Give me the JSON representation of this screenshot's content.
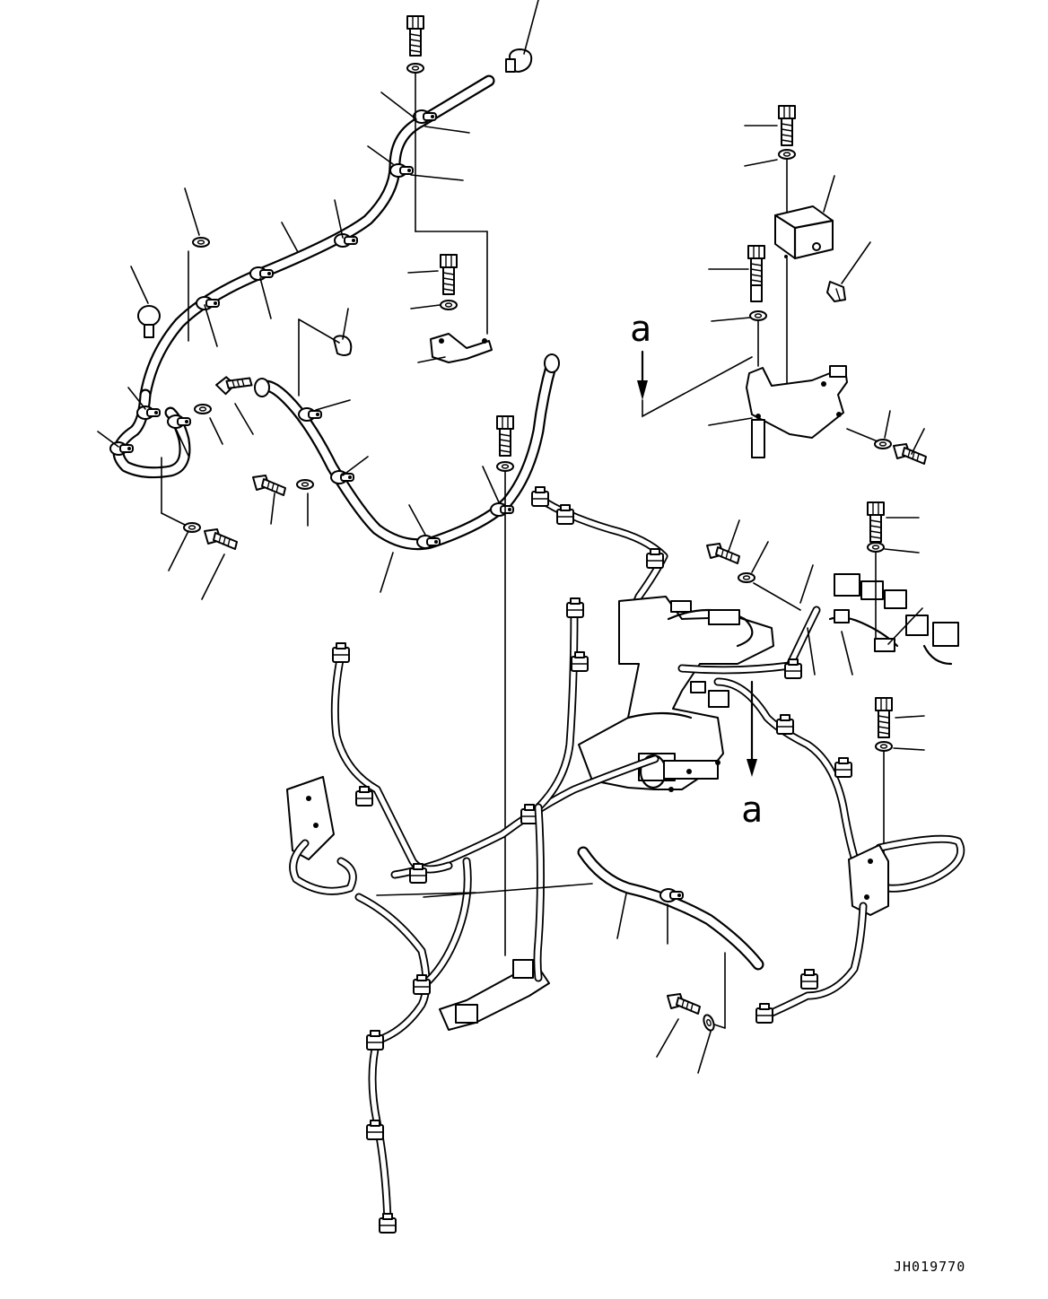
{
  "diagram": {
    "view_marker_top": "a",
    "view_marker_bottom": "a",
    "drawing_code": "JH019770",
    "icons": {
      "bolt": "bolt-icon",
      "washer": "washer-icon",
      "cap": "cap-icon",
      "clamp": "clamp-icon",
      "bracket": "bracket-icon",
      "relay_box": "relay-box-icon",
      "connector": "connector-icon"
    }
  }
}
